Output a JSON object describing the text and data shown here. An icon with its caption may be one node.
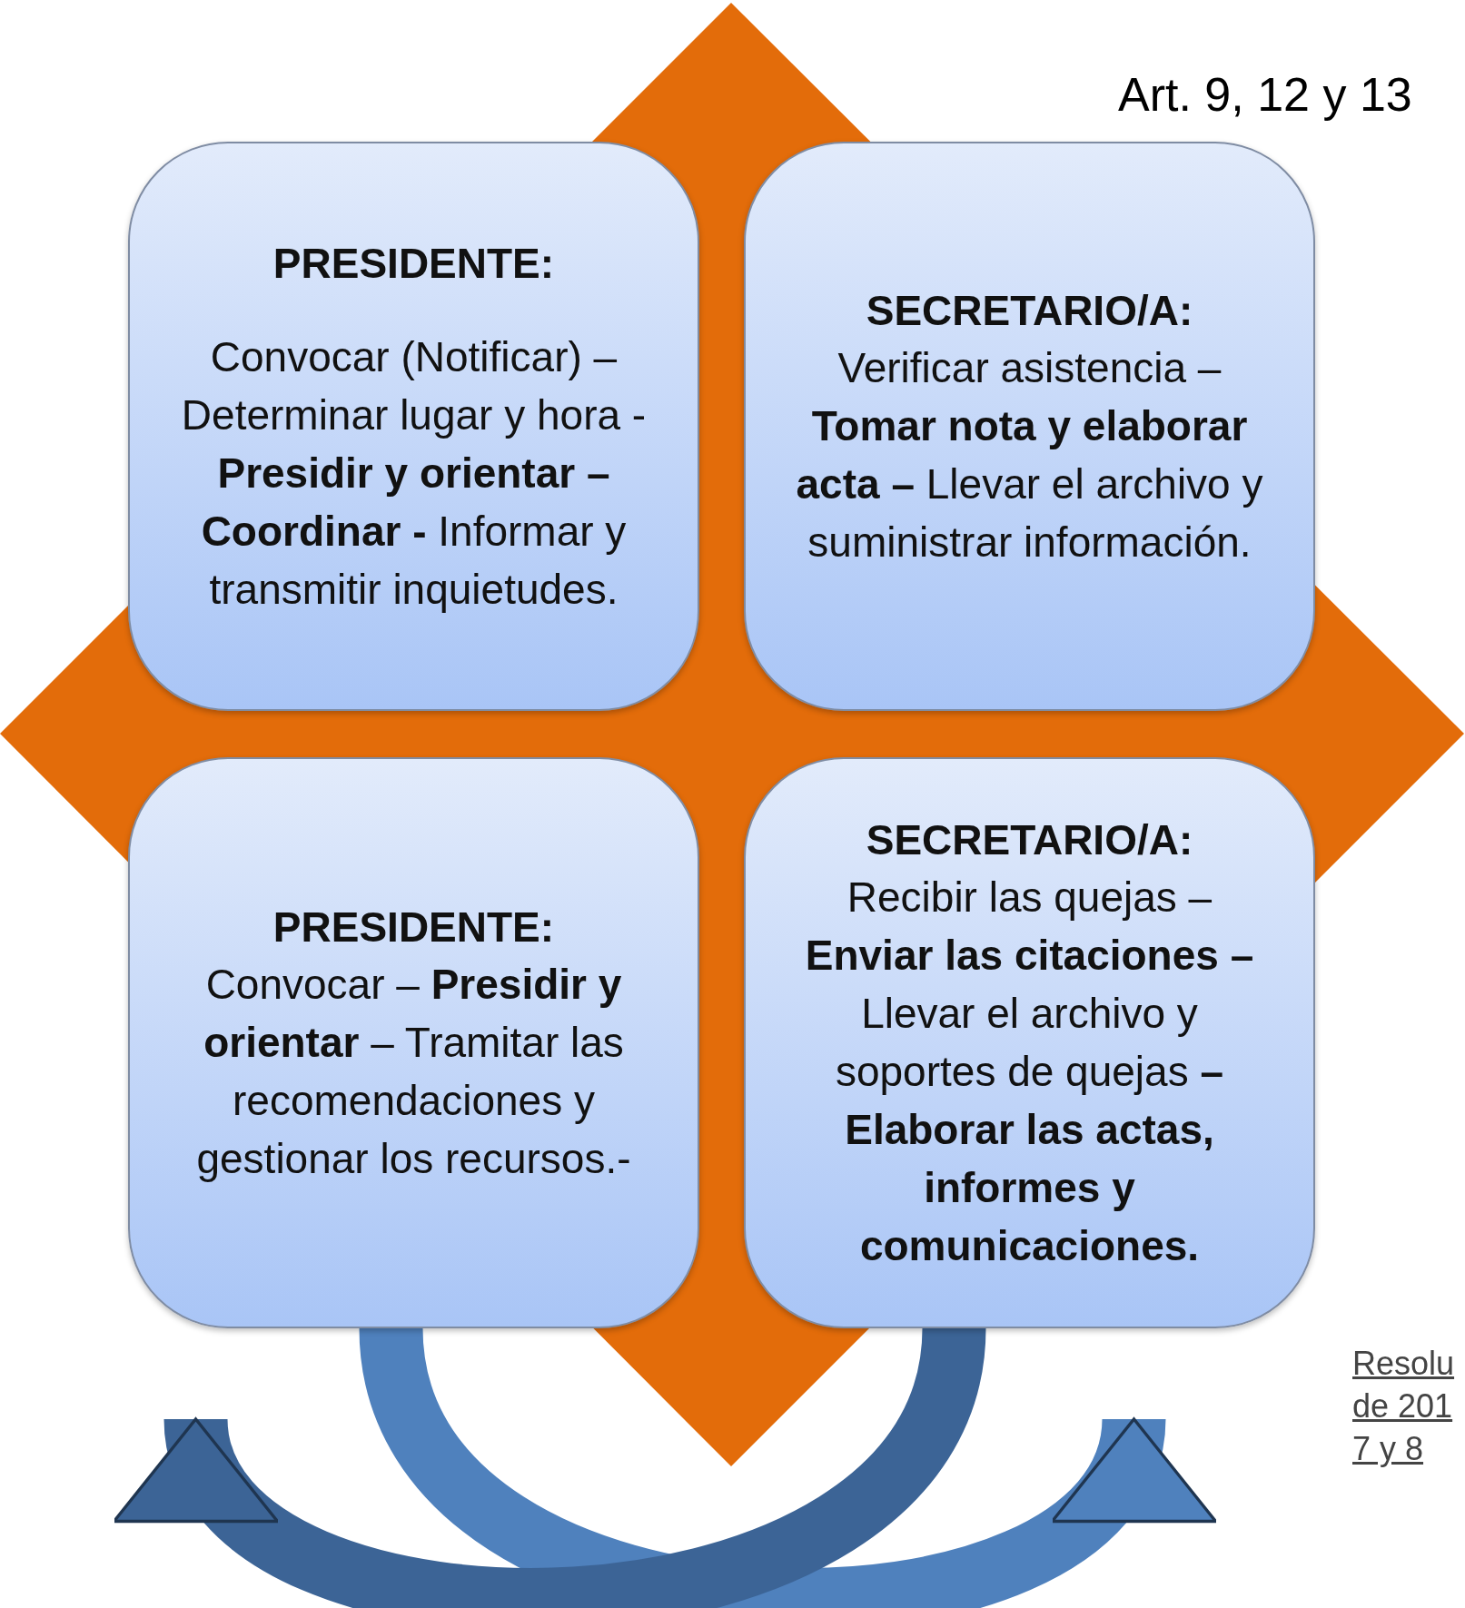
{
  "diagram": {
    "nodes": [
      {
        "text": [
          "PRESIDENTE:",
          "Convocar (Notificar) – Determinar lugar y hora - **Presidir y orientar – Coordinar -** Informar y transmitir inquietudes."
        ]
      },
      {
        "text": [
          "SECRETARIO/A:",
          "Verificar asistencia – **Tomar nota y elaborar acta –** Llevar el archivo y suministrar información."
        ]
      },
      {
        "text": [
          "PRESIDENTE:",
          "Convocar – **Presidir y orientar** – Tramitar las recomendaciones y gestionar los recursos.-"
        ]
      },
      {
        "text": [
          "SECRETARIO/A:",
          "Recibir las quejas – **Enviar las citaciones –** Llevar el archivo y soportes de quejas **– Elaborar las actas, informes y comunicaciones.**"
        ]
      }
    ],
    "edges": [
      {
        "from": 2,
        "to": 3,
        "arrow": "to"
      },
      {
        "from": 3,
        "to": 2,
        "arrow": "to"
      }
    ],
    "labels": [
      "Art. 9, 12 y 13",
      "Resolu de 201 7 y 8"
    ]
  }
}
